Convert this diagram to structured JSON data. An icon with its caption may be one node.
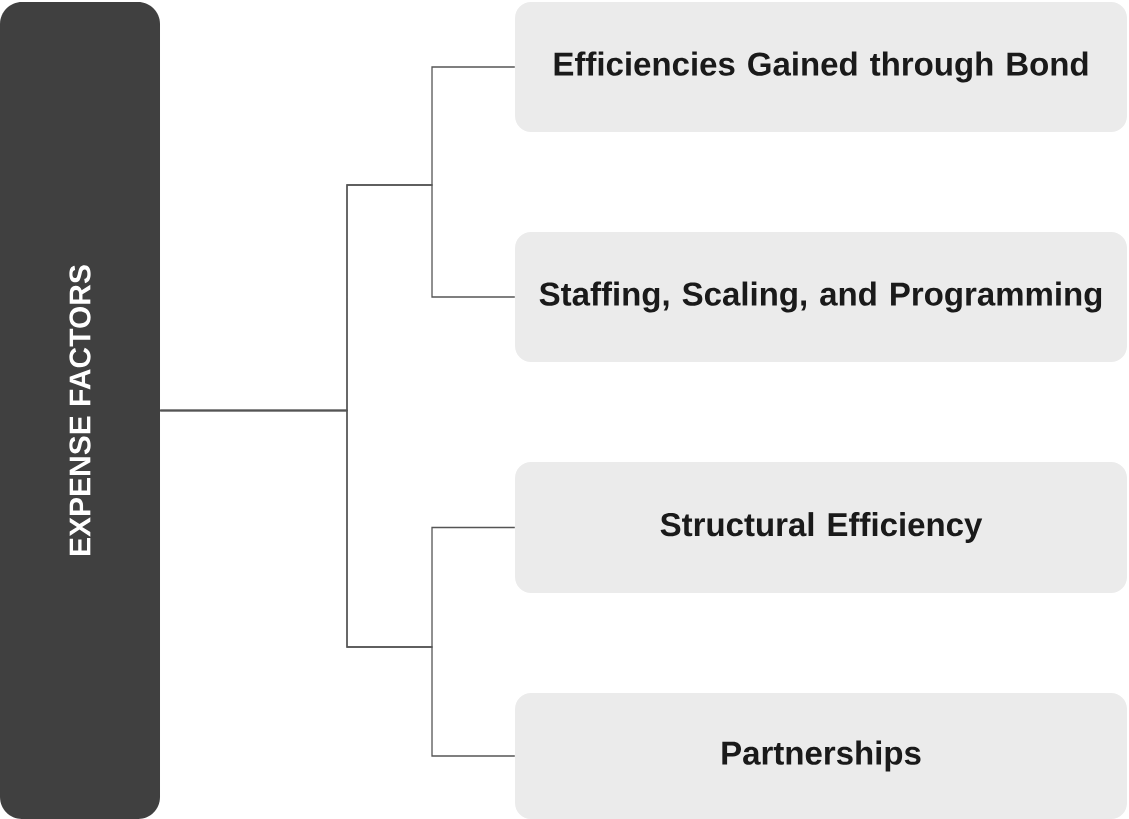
{
  "diagram": {
    "nodes": [
      {
        "text": [
          "EXPENSE FACTORS"
        ]
      },
      {
        "text": [
          "Efficiencies Gained through Bond"
        ]
      },
      {
        "text": [
          "Staffing, Scaling, and Programming"
        ]
      },
      {
        "text": [
          "Structural Efficiency"
        ]
      },
      {
        "text": [
          "Partnerships"
        ]
      }
    ],
    "edges": [
      {
        "from": 0,
        "to": 1,
        "arrow": "none"
      },
      {
        "from": 0,
        "to": 2,
        "arrow": "none"
      },
      {
        "from": 0,
        "to": 3,
        "arrow": "none"
      },
      {
        "from": 0,
        "to": 4,
        "arrow": "none"
      }
    ]
  }
}
